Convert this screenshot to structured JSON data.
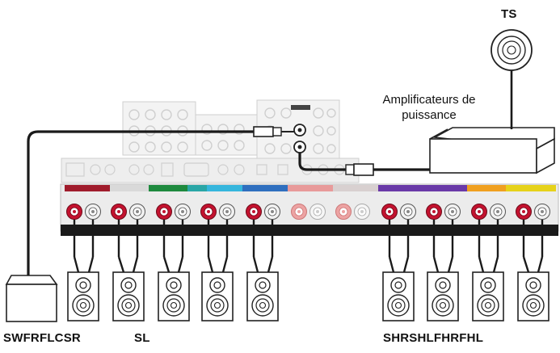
{
  "labels": {
    "ts": "TS",
    "amp_line1": "Amplificateurs de",
    "amp_line2": "puissance",
    "bottom_left": "SWFRFLCSR",
    "bottom_mid": "SL",
    "bottom_right": "SHRSHLFHRFHL"
  },
  "colors": {
    "terminal_red": "#c4122f",
    "cable": "#1a1a1a",
    "strip_dark_red": "#a01c2c",
    "strip_green": "#1e8a3e",
    "strip_teal": "#2aa6a6",
    "strip_cyan": "#36b6dd",
    "strip_blue": "#2f6fbf",
    "strip_pink": "#e89a9a",
    "strip_light_gray": "#d8d0d0",
    "strip_purple": "#6a3aa8",
    "strip_orange": "#f0a020",
    "strip_yellow": "#e6d21a",
    "chassis_light": "#e8e8e8"
  },
  "icons": {
    "speaker": "speaker-icon",
    "subwoofer": "subwoofer-icon",
    "top_speaker": "ceiling-speaker-icon",
    "amplifier": "power-amplifier-icon"
  }
}
